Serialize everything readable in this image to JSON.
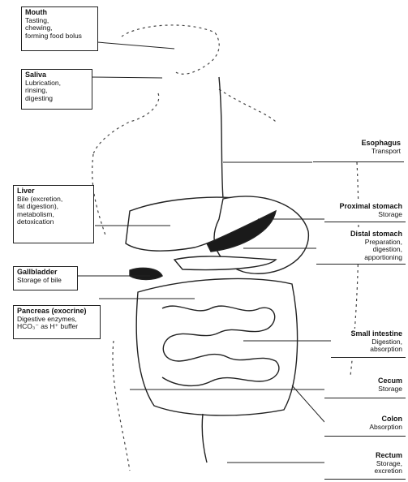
{
  "labels": {
    "mouth": {
      "title": "Mouth",
      "desc": "Tasting,\nchewing,\nforming food bolus"
    },
    "saliva": {
      "title": "Saliva",
      "desc": "Lubrication,\nrinsing,\ndigesting"
    },
    "liver": {
      "title": "Liver",
      "desc": "Bile (excretion,\nfat digestion),\nmetabolism,\ndetoxication"
    },
    "gallbladder": {
      "title": "Gallbladder",
      "desc": "Storage of bile"
    },
    "pancreas": {
      "title": "Pancreas (exocrine)",
      "desc": "Digestive enzymes,\nHCO₃⁻ as H⁺ buffer"
    },
    "esophagus": {
      "title": "Esophagus",
      "desc": "Transport"
    },
    "proximal_stomach": {
      "title": "Proximal stomach",
      "desc": "Storage"
    },
    "distal_stomach": {
      "title": "Distal stomach",
      "desc": "Preparation,\ndigestion,\napportioning"
    },
    "small_intestine": {
      "title": "Small intestine",
      "desc": "Digestion,\nabsorption"
    },
    "cecum": {
      "title": "Cecum",
      "desc": "Storage"
    },
    "colon": {
      "title": "Colon",
      "desc": "Absorption"
    },
    "rectum": {
      "title": "Rectum",
      "desc": "Storage,\nexcretion"
    }
  },
  "colors": {
    "line": "#222222",
    "fill_dark": "#1a1a1a",
    "background": "#ffffff"
  }
}
